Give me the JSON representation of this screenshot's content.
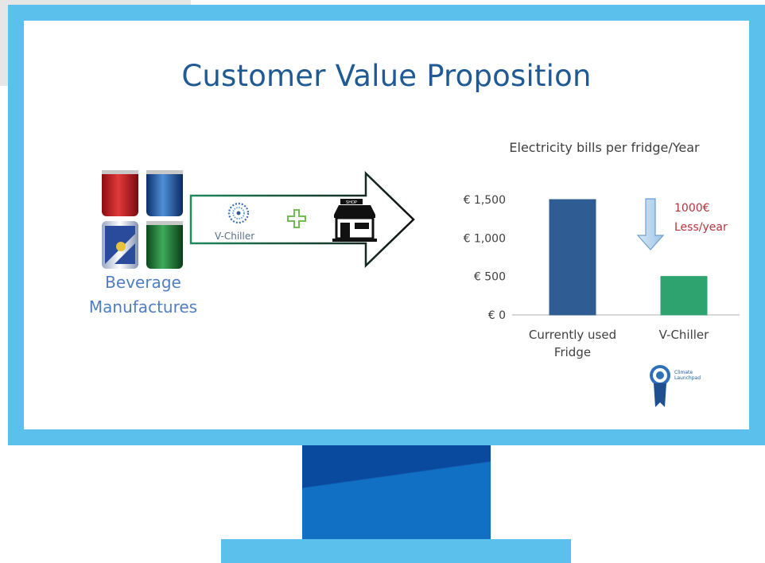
{
  "slide": {
    "title": "Customer Value Proposition",
    "beverage_label_line1": "Beverage",
    "beverage_label_line2": "Manufactures",
    "product_label": "V-Chiller",
    "shop_sign": "SHOP",
    "logo_line1": "Climate",
    "logo_line2": "Launchpad"
  },
  "colors": {
    "monitor_frame": "#5bc0eb",
    "title_blue": "#1f5a95",
    "bar_current": "#2f5c92",
    "bar_vchiller": "#2fa36f",
    "savings_text": "#b5333c",
    "arrow_outline": "#2c8a4e"
  },
  "chart_data": {
    "type": "bar",
    "title": "Electricity bills per fridge/Year",
    "categories": [
      "Currently used Fridge",
      "V-Chiller"
    ],
    "category_lines": [
      [
        "Currently used",
        "Fridge"
      ],
      [
        "V-Chiller"
      ]
    ],
    "values": [
      1500,
      500
    ],
    "ylim": [
      0,
      1500
    ],
    "yticks": [
      0,
      500,
      1000,
      1500
    ],
    "ytick_labels": [
      "€ 0",
      "€ 500",
      "€ 1,000",
      "€ 1,500"
    ],
    "annotation_line1": "1000€",
    "annotation_line2": "Less/year",
    "grid": false,
    "legend": "none"
  }
}
